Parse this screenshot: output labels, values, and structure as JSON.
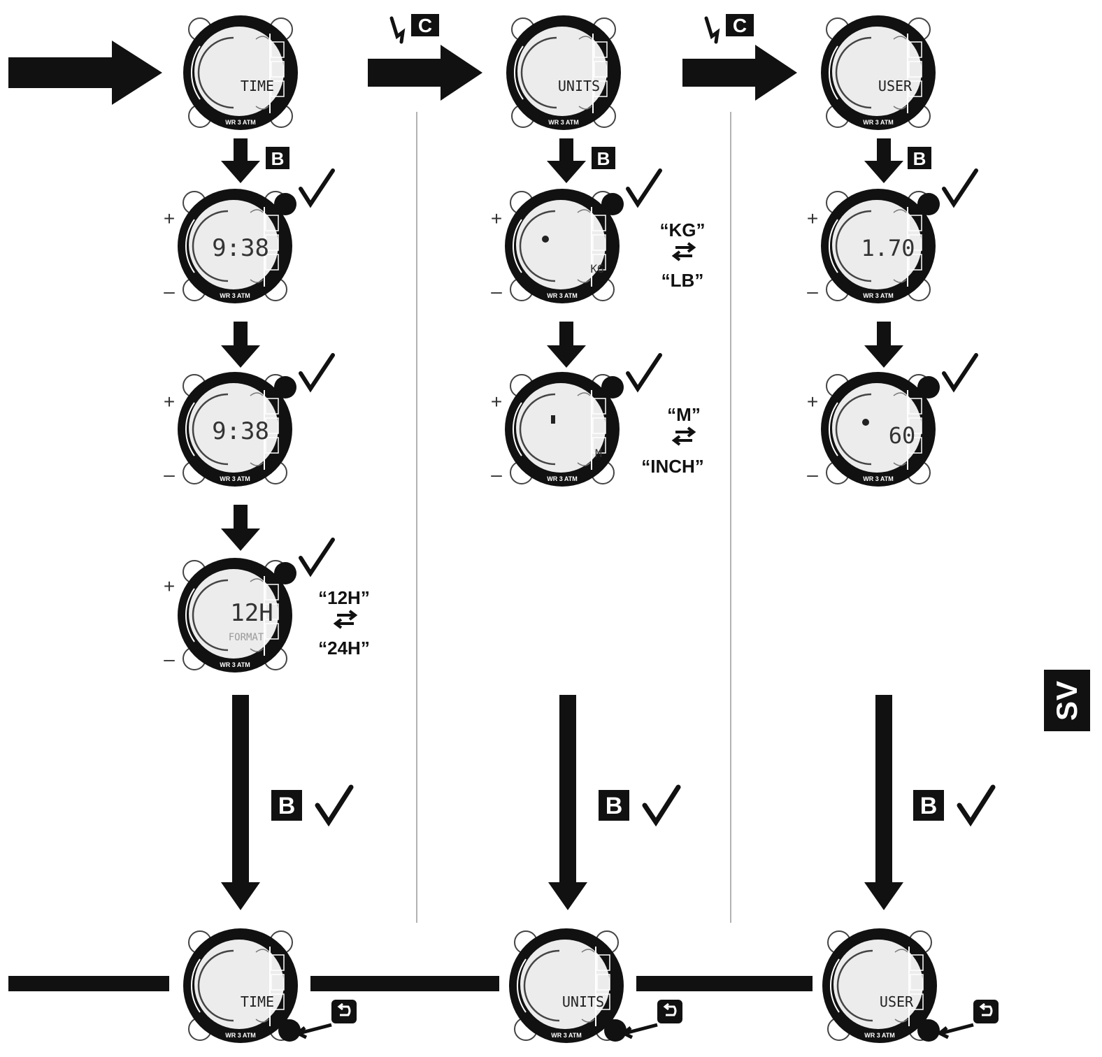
{
  "buttons": {
    "b": "B",
    "c": "C"
  },
  "bezel_text": "WR 3 ATM",
  "column_time": {
    "menu_label": "TIME",
    "hour_display": "9:38",
    "minute_display": "9:38",
    "format_display": "12H",
    "format_label": "FORMAT",
    "option_a": "“12H”",
    "option_b": "“24H”",
    "exit_label": "TIME"
  },
  "column_units": {
    "menu_label": "UNITS",
    "weight_display": "KG",
    "height_display": "M",
    "option_weight_a": "“KG”",
    "option_weight_b": "“LB”",
    "option_height_a": "“M”",
    "option_height_b": "“INCH”",
    "exit_label": "UNITS"
  },
  "column_user": {
    "menu_label": "USER",
    "height_display": "1.70",
    "weight_display": "60",
    "exit_label": "USER"
  },
  "plus_sign": "+",
  "minus_sign": "–",
  "language_tab": "SV",
  "icons": {
    "confirm": "checkmark-icon",
    "toggle": "toggle-arrows-icon",
    "back": "back-button-icon",
    "press": "press-down-icon"
  }
}
